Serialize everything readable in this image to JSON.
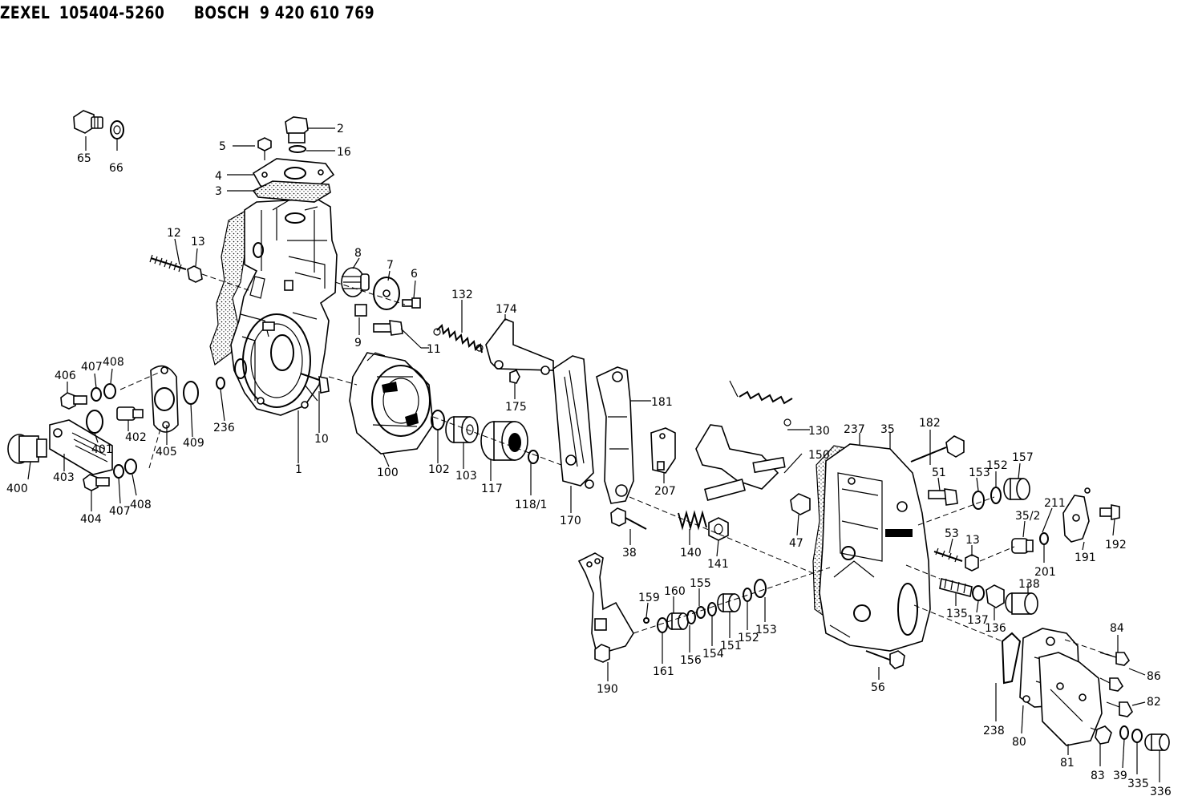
{
  "header": {
    "brand1": "ZEXEL",
    "code1": "105404-5260",
    "brand2": "BOSCH",
    "code2": "9 420 610 769"
  },
  "callouts": [
    {
      "id": "c65",
      "text": "65"
    },
    {
      "id": "c66",
      "text": "66"
    },
    {
      "id": "c2",
      "text": "2"
    },
    {
      "id": "c5",
      "text": "5"
    },
    {
      "id": "c16",
      "text": "16"
    },
    {
      "id": "c4",
      "text": "4"
    },
    {
      "id": "c3",
      "text": "3"
    },
    {
      "id": "c12",
      "text": "12"
    },
    {
      "id": "c13a",
      "text": "13"
    },
    {
      "id": "c8",
      "text": "8"
    },
    {
      "id": "c7",
      "text": "7"
    },
    {
      "id": "c6",
      "text": "6"
    },
    {
      "id": "c9",
      "text": "9"
    },
    {
      "id": "c11",
      "text": "11"
    },
    {
      "id": "c132",
      "text": "132"
    },
    {
      "id": "c174",
      "text": "174"
    },
    {
      "id": "c175",
      "text": "175"
    },
    {
      "id": "c408a",
      "text": "408"
    },
    {
      "id": "c406",
      "text": "406"
    },
    {
      "id": "c407a",
      "text": "407"
    },
    {
      "id": "c409",
      "text": "409"
    },
    {
      "id": "c236",
      "text": "236"
    },
    {
      "id": "c1",
      "text": "1"
    },
    {
      "id": "c10",
      "text": "10"
    },
    {
      "id": "c100",
      "text": "100"
    },
    {
      "id": "c102",
      "text": "102"
    },
    {
      "id": "c103",
      "text": "103"
    },
    {
      "id": "c117",
      "text": "117"
    },
    {
      "id": "c118",
      "text": "118/1"
    },
    {
      "id": "c170",
      "text": "170"
    },
    {
      "id": "c181",
      "text": "181"
    },
    {
      "id": "c207",
      "text": "207"
    },
    {
      "id": "c401",
      "text": "401"
    },
    {
      "id": "c402",
      "text": "402"
    },
    {
      "id": "c405",
      "text": "405"
    },
    {
      "id": "c400",
      "text": "400"
    },
    {
      "id": "c403",
      "text": "403"
    },
    {
      "id": "c404",
      "text": "404"
    },
    {
      "id": "c407b",
      "text": "407"
    },
    {
      "id": "c408b",
      "text": "408"
    },
    {
      "id": "c130",
      "text": "130"
    },
    {
      "id": "c150",
      "text": "150"
    },
    {
      "id": "c237",
      "text": "237"
    },
    {
      "id": "c35",
      "text": "35"
    },
    {
      "id": "c182",
      "text": "182"
    },
    {
      "id": "c51",
      "text": "51"
    },
    {
      "id": "c153a",
      "text": "153"
    },
    {
      "id": "c152a",
      "text": "152"
    },
    {
      "id": "c157",
      "text": "157"
    },
    {
      "id": "c211",
      "text": "211"
    },
    {
      "id": "c352",
      "text": "35/2"
    },
    {
      "id": "c192",
      "text": "192"
    },
    {
      "id": "c191",
      "text": "191"
    },
    {
      "id": "c201",
      "text": "201"
    },
    {
      "id": "c47",
      "text": "47"
    },
    {
      "id": "c38",
      "text": "38"
    },
    {
      "id": "c140",
      "text": "140"
    },
    {
      "id": "c141",
      "text": "141"
    },
    {
      "id": "c53",
      "text": "53"
    },
    {
      "id": "c13b",
      "text": "13"
    },
    {
      "id": "c135",
      "text": "135"
    },
    {
      "id": "c137",
      "text": "137"
    },
    {
      "id": "c136",
      "text": "136"
    },
    {
      "id": "c138",
      "text": "138"
    },
    {
      "id": "c159",
      "text": "159"
    },
    {
      "id": "c160",
      "text": "160"
    },
    {
      "id": "c155",
      "text": "155"
    },
    {
      "id": "c161",
      "text": "161"
    },
    {
      "id": "c156",
      "text": "156"
    },
    {
      "id": "c154",
      "text": "154"
    },
    {
      "id": "c151",
      "text": "151"
    },
    {
      "id": "c152b",
      "text": "152"
    },
    {
      "id": "c153b",
      "text": "153"
    },
    {
      "id": "c190",
      "text": "190"
    },
    {
      "id": "c56",
      "text": "56"
    },
    {
      "id": "c84",
      "text": "84"
    },
    {
      "id": "c86",
      "text": "86"
    },
    {
      "id": "c82",
      "text": "82"
    },
    {
      "id": "c238",
      "text": "238"
    },
    {
      "id": "c80",
      "text": "80"
    },
    {
      "id": "c81",
      "text": "81"
    },
    {
      "id": "c83",
      "text": "83"
    },
    {
      "id": "c39",
      "text": "39"
    },
    {
      "id": "c335",
      "text": "335"
    },
    {
      "id": "c336",
      "text": "336"
    }
  ]
}
